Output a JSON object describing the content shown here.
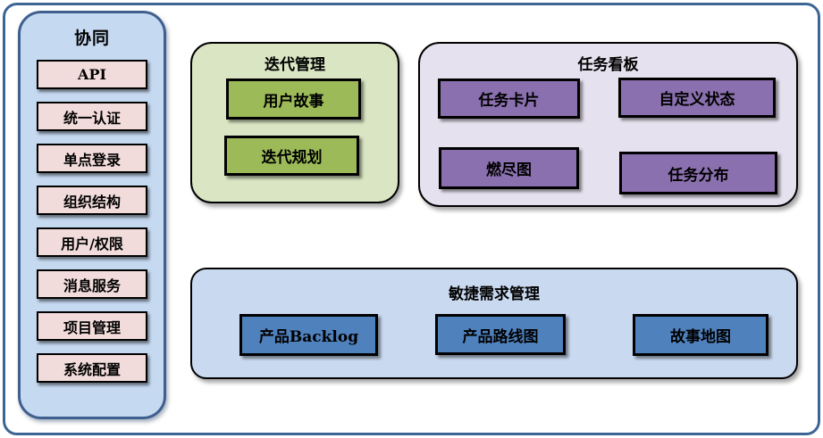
{
  "colors": {
    "frame_border": "#3c6595",
    "sidebar_fill": "#c5d9f1",
    "sidebar_border": "#3f5f8f",
    "sidebar_item_fill": "#f2dcdb",
    "iteration_fill": "#d9e5c3",
    "iteration_item_fill": "#9cba58",
    "kanban_fill": "#e6e1ee",
    "kanban_item_fill": "#8a70ae",
    "agile_fill": "#c9d9f0",
    "agile_item_fill": "#4f81bd"
  },
  "sidebar": {
    "title": "协同",
    "items": [
      "API",
      "统一认证",
      "单点登录",
      "组织结构",
      "用户/权限",
      "消息服务",
      "项目管理",
      "系统配置"
    ]
  },
  "iteration": {
    "title": "迭代管理",
    "items": [
      "用户故事",
      "迭代规划"
    ]
  },
  "kanban": {
    "title": "任务看板",
    "items": [
      "任务卡片",
      "自定义状态",
      "燃尽图",
      "任务分布"
    ]
  },
  "agile": {
    "title": "敏捷需求管理",
    "items": [
      "产品Backlog",
      "产品路线图",
      "故事地图"
    ]
  }
}
